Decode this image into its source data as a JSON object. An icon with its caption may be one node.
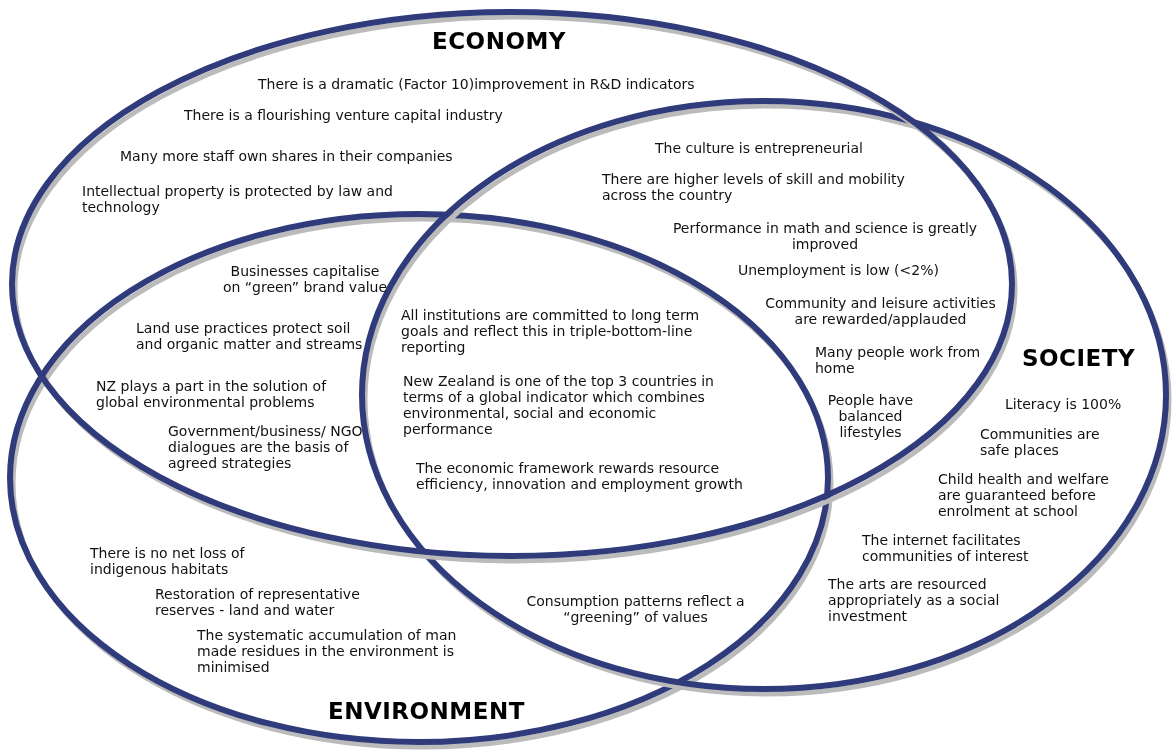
{
  "diagram": {
    "nodes": [
      {
        "text": [
          "ECONOMY"
        ]
      },
      {
        "text": [
          "SOCIETY"
        ]
      },
      {
        "text": [
          "ENVIRONMENT"
        ]
      }
    ],
    "labels": [
      "There is a dramatic (Factor 10)improvement in R&D indicators",
      "There is a flourishing venture capital industry",
      "Many more staff own shares in their companies",
      "Intellectual property is protected by law and technology",
      "The culture is entrepreneurial",
      "There are higher levels of skill and mobility across the country",
      "Performance in math and science is greatly improved",
      "Unemployment is low (<2%)",
      "Community and leisure activities are rewarded/applauded",
      "Many people work from home",
      "People have balanced lifestyles",
      "Literacy is 100%",
      "Communities are safe places",
      "Child health and welfare are guaranteed before enrolment at school",
      "The internet facilitates communities of interest",
      "The arts are resourced appropriately as a social investment",
      "Businesses capitalise on “green” brand value",
      "Land use practices protect soil and organic matter and streams",
      "NZ plays a part in the solution of global environmental problems",
      "Government/business/ NGO dialogues are the basis of agreed strategies",
      "All institutions are committed to long term goals and reflect this in triple-bottom-line reporting",
      "New Zealand is one of the top 3 countries in terms of a global indicator which combines environmental, social and economic performance",
      "The economic framework rewards resource efficiency, innovation and employment growth",
      "There is no net loss of indigenous habitats",
      "Restoration of representative reserves - land and water",
      "The systematic accumulation of man made residues in the environment is minimised",
      "Consumption patterns reflect a “greening” of values"
    ]
  }
}
